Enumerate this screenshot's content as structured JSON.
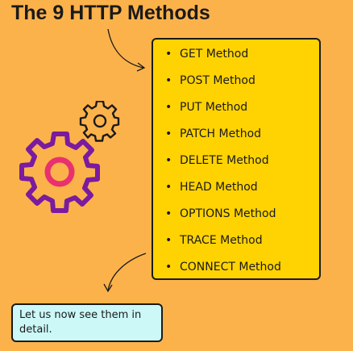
{
  "title": "The 9 HTTP Methods",
  "methods": [
    "GET Method",
    "POST Method",
    "PUT Method",
    "PATCH Method",
    "DELETE Method",
    "HEAD Method",
    "OPTIONS Method",
    "TRACE Method",
    "CONNECT Method"
  ],
  "bullet": "•",
  "note": "Let us now see them in detail.",
  "colors": {
    "background": "#FCB24B",
    "method_box": "#FFD302",
    "note_box": "#CCF8F8",
    "large_gear": "#7A1BA0",
    "gear_hub": "#E8316E",
    "small_gear": "#1a1a1a"
  },
  "icons": [
    "settings-gear-icon",
    "small-gear-icon",
    "curved-arrow-icon"
  ]
}
